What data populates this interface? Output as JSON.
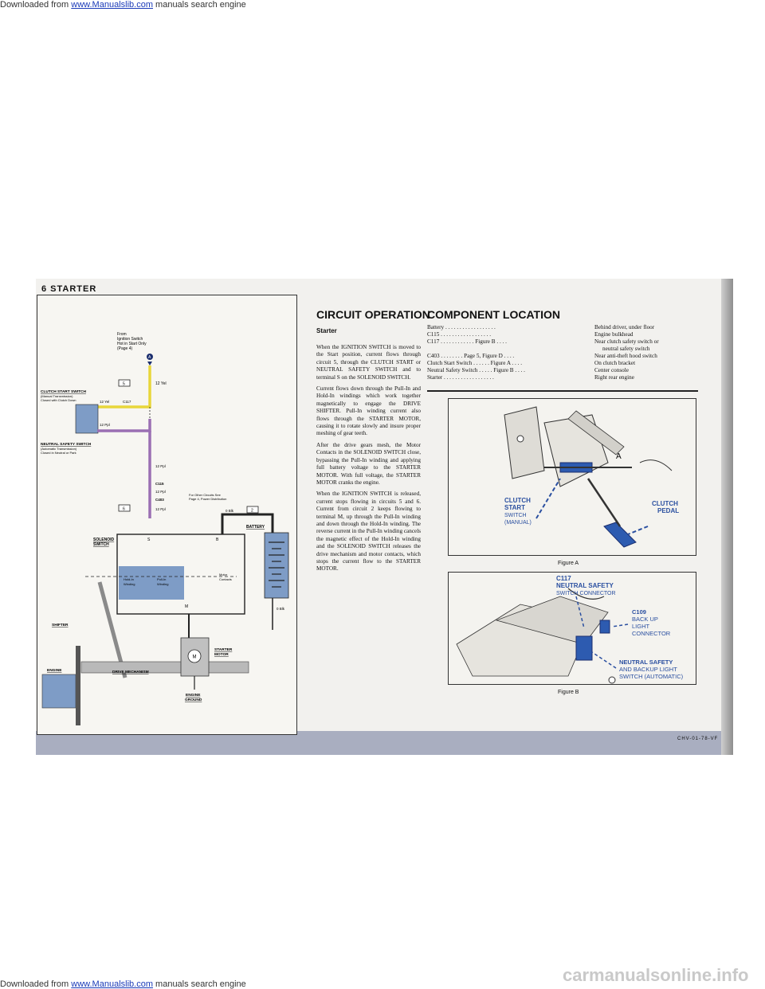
{
  "top_banner": {
    "prefix": "Downloaded from ",
    "link": "www.Manualslib.com",
    "suffix": " manuals search engine"
  },
  "header": "6  STARTER",
  "diagram": {
    "from_label": [
      "From",
      "Ignition Switch",
      "Hot in Start Only",
      "(Page 4)"
    ],
    "connector_a": "A",
    "circuit_5": "5",
    "circuit_6": "6",
    "circuit_2": "2",
    "wire_12yel_top": "12 Yel",
    "clutch_switch_title": "CLUTCH START SWITCH",
    "clutch_switch_sub": [
      "(Manual Transmission)",
      "Closed with Clutch Down"
    ],
    "wire_12yel": "12 Yel",
    "c117": "C117",
    "wire_12ppl_a": "12 Ppl",
    "neutral_title": "NEUTRAL SAFETY SWITCH",
    "neutral_sub": [
      "(Automatic Transmission)",
      "Closed in Neutral or Park"
    ],
    "wire_12ppl_b": "12 Ppl",
    "c115": "C115",
    "wire_12ppl_c": "12 Ppl",
    "c403": "C403",
    "wire_12ppl_d": "12 Ppl",
    "other_circuits": [
      "For Other Circuits See",
      "Page 4, Power Distribution"
    ],
    "wire_0blk_top": "0 Blk",
    "battery": "BATTERY",
    "solenoid": [
      "SOLENOID",
      "SWITCH"
    ],
    "s_label": "S",
    "b_label": "B",
    "m_label": "M",
    "holdin": [
      "Hold-In",
      "Winding"
    ],
    "pullin": [
      "Pull-In",
      "Winding"
    ],
    "motor_contacts": [
      "Motor",
      "Contacts"
    ],
    "shifter": "SHIFTER",
    "starter_motor": [
      "STARTER",
      "MOTOR"
    ],
    "wire_0blk": "0 Blk",
    "engine": "ENGINE",
    "drive_mech": "DRIVE MECHANISM",
    "engine_ground": [
      "ENGINE",
      "GROUND"
    ],
    "motor_m": "M"
  },
  "circuit_operation": {
    "title": "CIRCUIT OPERATION",
    "subtitle": "Starter",
    "paragraphs": [
      "When the IGNITION SWITCH is moved to the Start position, current flows through circuit 5, through the CLUTCH START or NEUTRAL SAFETY SWITCH and to terminal S on the SOLENOID SWITCH.",
      "Current flows down through the Pull-In and Hold-In windings which work together magnetically to engage the DRIVE SHIFTER. Pull-In winding current also flows through the STARTER MOTOR, causing it to rotate slowly and insure proper meshing of gear teeth.",
      "After the drive gears mesh, the Motor Contacts in the SOLENOID SWITCH close, bypassing the Pull-In winding and applying full battery voltage to the STARTER MOTOR. With full voltage, the STARTER MOTOR cranks the engine.",
      "When the IGNITION SWITCH is released, current stops flowing in circuits 5 and 6. Current from circuit 2 keeps flowing to terminal M, up through the Pull-In winding and down through the Hold-In winding. The reverse current in the Pull-In winding cancels the magnetic effect of the Hold-In winding and the SOLENOID SWITCH releases the drive mechanism and motor contacts, which stops the current flow to the STARTER MOTOR."
    ]
  },
  "component_location": {
    "title": "COMPONENT LOCATION",
    "rows": [
      {
        "left": "Battery . . . . . . . . . . . . . . . . . .",
        "right": "Behind driver, under floor"
      },
      {
        "left": "C115 . . . . . . . . . . . . . . . . . .",
        "right": "Engine bulkhead"
      },
      {
        "left": "C117 . . . . . . . . . . . . Figure B . . . .",
        "right": "Near clutch safety switch or"
      },
      {
        "left": "",
        "right": "neutral safety switch"
      },
      {
        "left": "C403 . . . . . . . . Page 5, Figure D . . . .",
        "right": "Near anti-theft hood switch"
      },
      {
        "left": "Clutch Start Switch . . . . . . Figure A . . . .",
        "right": "On clutch bracket"
      },
      {
        "left": "Neutral Safety Switch . . . . . Figure B . . . .",
        "right": "Center console"
      },
      {
        "left": "Starter . . . . . . . . . . . . . . . . . .",
        "right": "Right rear engine"
      }
    ]
  },
  "figure_a": {
    "caption": "Figure A",
    "label_clutch_start": [
      "CLUTCH",
      "START",
      "SWITCH",
      "(MANUAL)"
    ],
    "label_clutch_pedal": [
      "CLUTCH",
      "PEDAL"
    ]
  },
  "figure_b": {
    "caption": "Figure B",
    "label_c117": [
      "C117",
      "NEUTRAL SAFETY",
      "SWITCH CONNECTOR"
    ],
    "label_c109": [
      "C109",
      "BACK UP",
      "LIGHT",
      "CONNECTOR"
    ],
    "label_neutral": [
      "NEUTRAL SAFETY",
      "AND BACKUP LIGHT",
      "SWITCH (AUTOMATIC)"
    ]
  },
  "page_code": "CHV-01-78-VF",
  "bottom_banner": {
    "prefix": "Downloaded from ",
    "link": "www.Manualslib.com",
    "suffix": " manuals search engine"
  },
  "watermark": "carmanualsonline.info",
  "colors": {
    "yellow_wire": "#e8d63a",
    "purple_wire": "#9a6fb3",
    "blue_fill": "#7e9cc6",
    "label_blue": "#2a4fa0"
  }
}
